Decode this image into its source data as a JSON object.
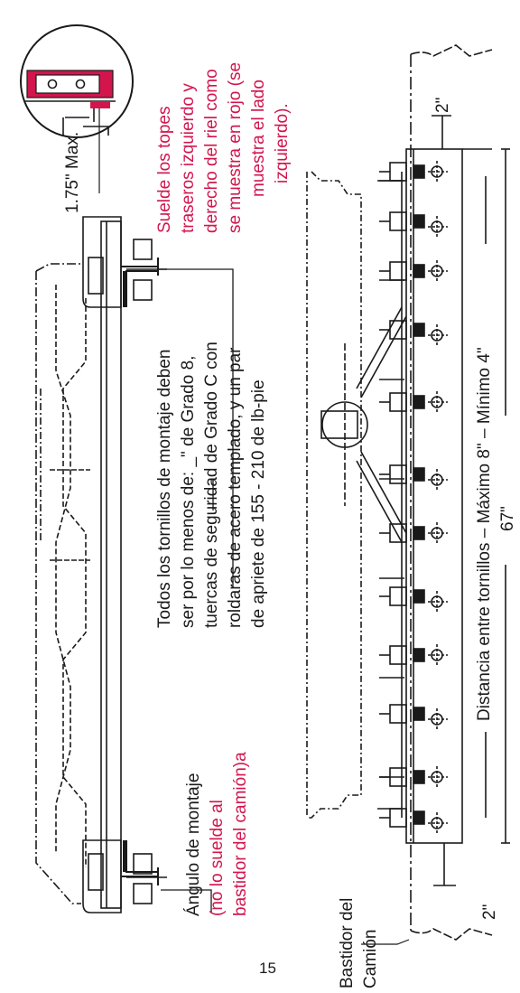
{
  "page_number": "15",
  "labels": {
    "weld_note": [
      "Suelde los topes",
      "traseros izquierdo y",
      "derecho del riel como",
      "se muestra en rojo (se",
      "muestra el lado",
      "izquierdo)."
    ],
    "max_gap": "1.75\" Max.",
    "bolts_note": [
      "Todos los tornillos de montaje deben",
      "ser por lo menos de: _\" de Grado 8,",
      "tuercas de seguridad de Grado C con",
      "roldaras de acero templado, y un par",
      "de apriete de 155 - 210 de lb-pie"
    ],
    "angle_title": "Ángulo de montaje",
    "angle_note": [
      "(no lo suelde al",
      "bastidor del camión)a"
    ],
    "truck_frame": [
      "Bastidor del",
      "Camión"
    ],
    "dim_top": "2\"",
    "dim_bottom": "2\"",
    "bolt_spacing": "Distancia entre tornillos – Máximo 8\" – Mínimo 4\"",
    "overall_length": "67\""
  },
  "colors": {
    "text": "#1a1a1a",
    "accent_red": "#d2164d"
  }
}
